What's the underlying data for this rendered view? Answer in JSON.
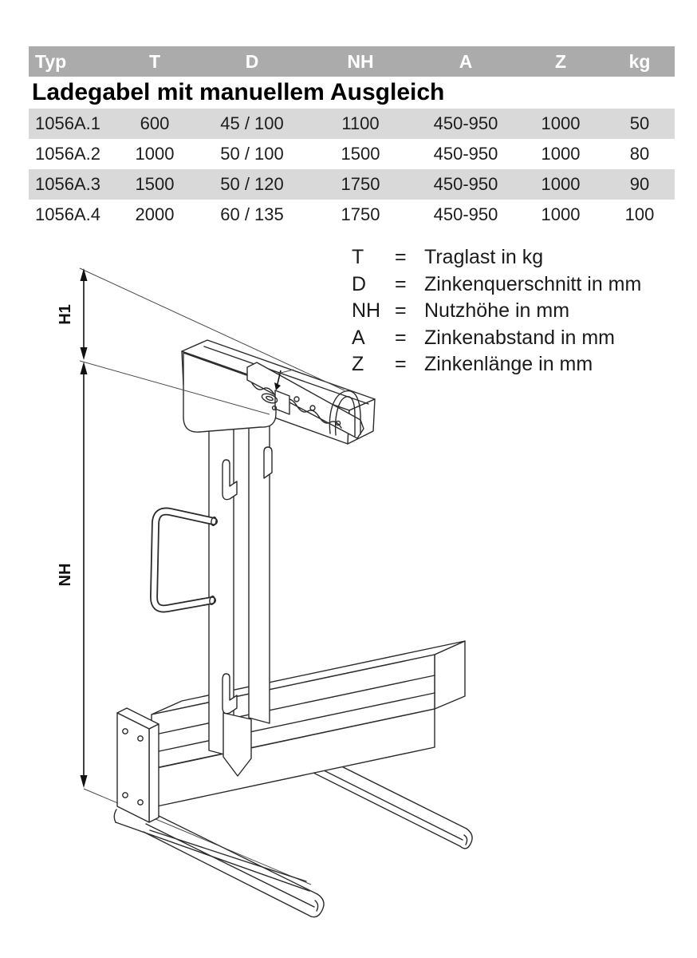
{
  "table": {
    "headers": [
      "Typ",
      "T",
      "D",
      "NH",
      "A",
      "Z",
      "kg"
    ],
    "title": "Ladegabel mit manuellem Ausgleich",
    "rows": [
      [
        "1056A.1",
        "600",
        "45 / 100",
        "1100",
        "450-950",
        "1000",
        "50"
      ],
      [
        "1056A.2",
        "1000",
        "50 / 100",
        "1500",
        "450-950",
        "1000",
        "80"
      ],
      [
        "1056A.3",
        "1500",
        "50 / 120",
        "1750",
        "450-950",
        "1000",
        "90"
      ],
      [
        "1056A.4",
        "2000",
        "60 / 135",
        "1750",
        "450-950",
        "1000",
        "100"
      ]
    ],
    "colors": {
      "header_bg": "#ababab",
      "header_text": "#ffffff",
      "stripe_bg": "#d9d9d9",
      "text": "#1d1d1d"
    }
  },
  "legend": {
    "items": [
      {
        "symbol": "T",
        "eq": "=",
        "desc": "Traglast in kg"
      },
      {
        "symbol": "D",
        "eq": "=",
        "desc": "Zinkenquerschnitt in mm"
      },
      {
        "symbol": "NH",
        "eq": "=",
        "desc": "Nutzhöhe in mm"
      },
      {
        "symbol": "A",
        "eq": "=",
        "desc": "Zinkenabstand in mm"
      },
      {
        "symbol": "Z",
        "eq": "=",
        "desc": "Zinkenlänge in mm"
      }
    ]
  },
  "drawing": {
    "dim_h1": "H1",
    "dim_nh": "NH",
    "line_color": "#2b2b2b"
  }
}
